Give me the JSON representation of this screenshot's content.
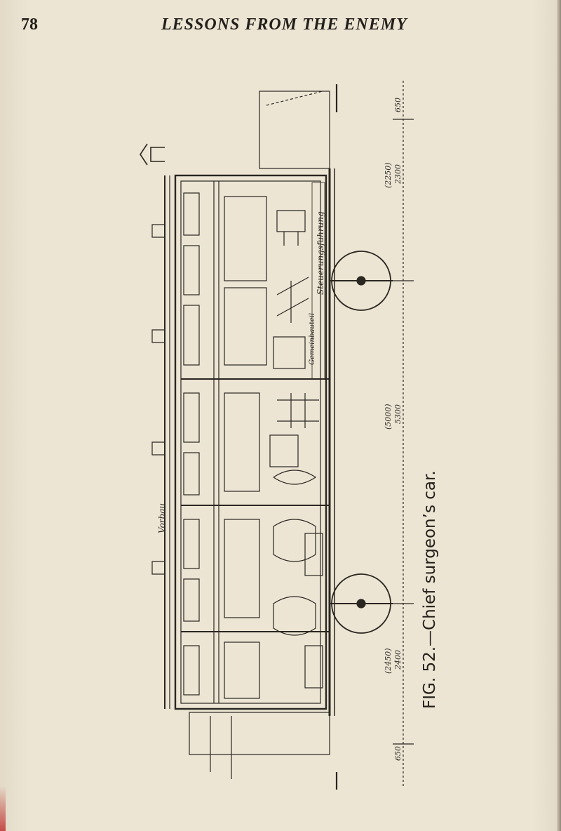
{
  "header": {
    "page_number": "78",
    "running_title": "LESSONS FROM THE ENEMY"
  },
  "figure": {
    "caption": "FIG. 52.—Chief surgeon’s car.",
    "dimensions": {
      "top": {
        "value": "650"
      },
      "upper": {
        "value": "(2250)",
        "value2": "2300"
      },
      "middle": {
        "value": "(5000)",
        "value2": "5300"
      },
      "lower": {
        "value": "(2450)",
        "value2": "2400"
      },
      "bottom": {
        "value": "650"
      }
    },
    "handwriting": {
      "vorbau": "Vorbau",
      "side": "Steuerungsfuhrung",
      "side_small": "Gemeinbauteil"
    }
  },
  "colors": {
    "paper": "#ece5d4",
    "ink": "#2a2620"
  }
}
